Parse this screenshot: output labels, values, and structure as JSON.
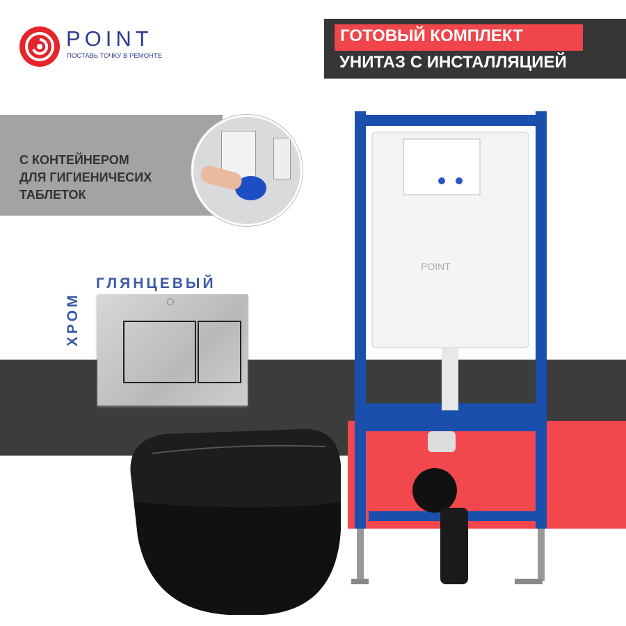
{
  "brand": {
    "name": "POINT",
    "tagline": "ПОСТАВЬ ТОЧКУ В РЕМОНТЕ",
    "color": "#2b3b8c",
    "logo_color": "#e4252b"
  },
  "header": {
    "line1": "ГОТОВЫЙ КОМПЛЕКТ",
    "line2": "УНИТАЗ С ИНСТАЛЛЯЦИЕЙ",
    "accent": "#f0454b",
    "background": "#363636"
  },
  "feature": {
    "text": "С КОНТЕЙНЕРОМ\nДЛЯ ГИГИЕНИЧЕСИХ\nТАБЛЕТОК"
  },
  "flush_plate": {
    "finish_line1": "ГЛЯНЦЕВЫЙ",
    "finish_line2": "ХРОМ",
    "color": "#3b5aa6"
  },
  "installation": {
    "cistern_logo": "POINT",
    "frame_color": "#1b4fae"
  },
  "toilet": {
    "color": "#111111"
  }
}
